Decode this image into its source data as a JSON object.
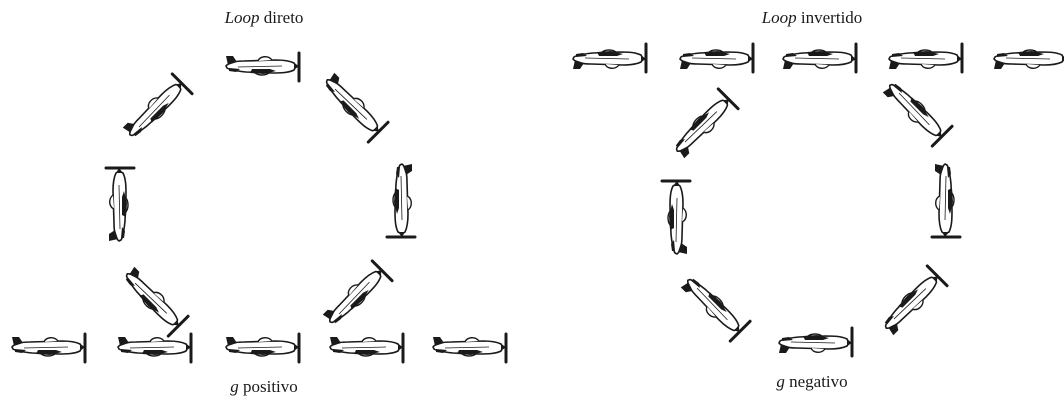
{
  "diagrams": [
    {
      "id": "loop-direto",
      "title_em": "Loop",
      "title_rest": " direto",
      "caption_em": "g",
      "caption_rest": " positivo"
    },
    {
      "id": "loop-invertido",
      "title_em": "Loop",
      "title_rest": " invertido",
      "caption_em": "g",
      "caption_rest": " negativo"
    }
  ],
  "colors": {
    "ink": "#1a1a1a",
    "fill": "#ffffff"
  },
  "icon": "airplane-icon"
}
